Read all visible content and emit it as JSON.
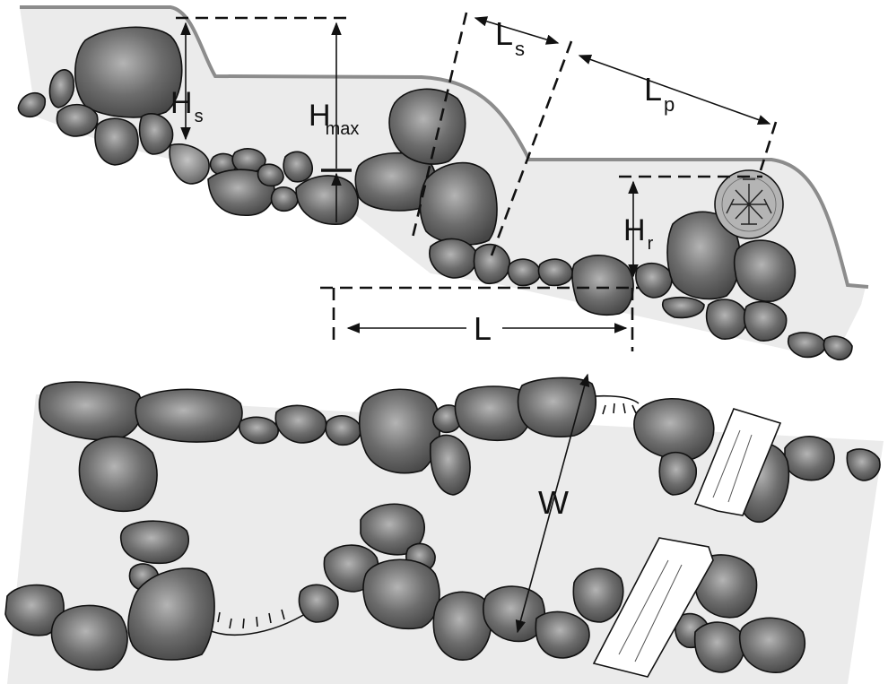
{
  "diagram": {
    "labels": {
      "hs": {
        "main": "H",
        "sub": "s"
      },
      "hmax": {
        "main": "H",
        "sub": "max"
      },
      "ls": {
        "main": "L",
        "sub": "s"
      },
      "lp": {
        "main": "L",
        "sub": "p"
      },
      "hr": {
        "main": "H",
        "sub": "r"
      },
      "l": {
        "main": "L"
      },
      "w": {
        "main": "W"
      }
    },
    "colors": {
      "background": "#ffffff",
      "channel_fill": "#ebebeb",
      "water_surface": "#8c8c8c",
      "boulder_dark": "#4a4a4a",
      "boulder_light": "#a9a9a9",
      "outline": "#111111",
      "log_fill": "#ffffff"
    }
  }
}
